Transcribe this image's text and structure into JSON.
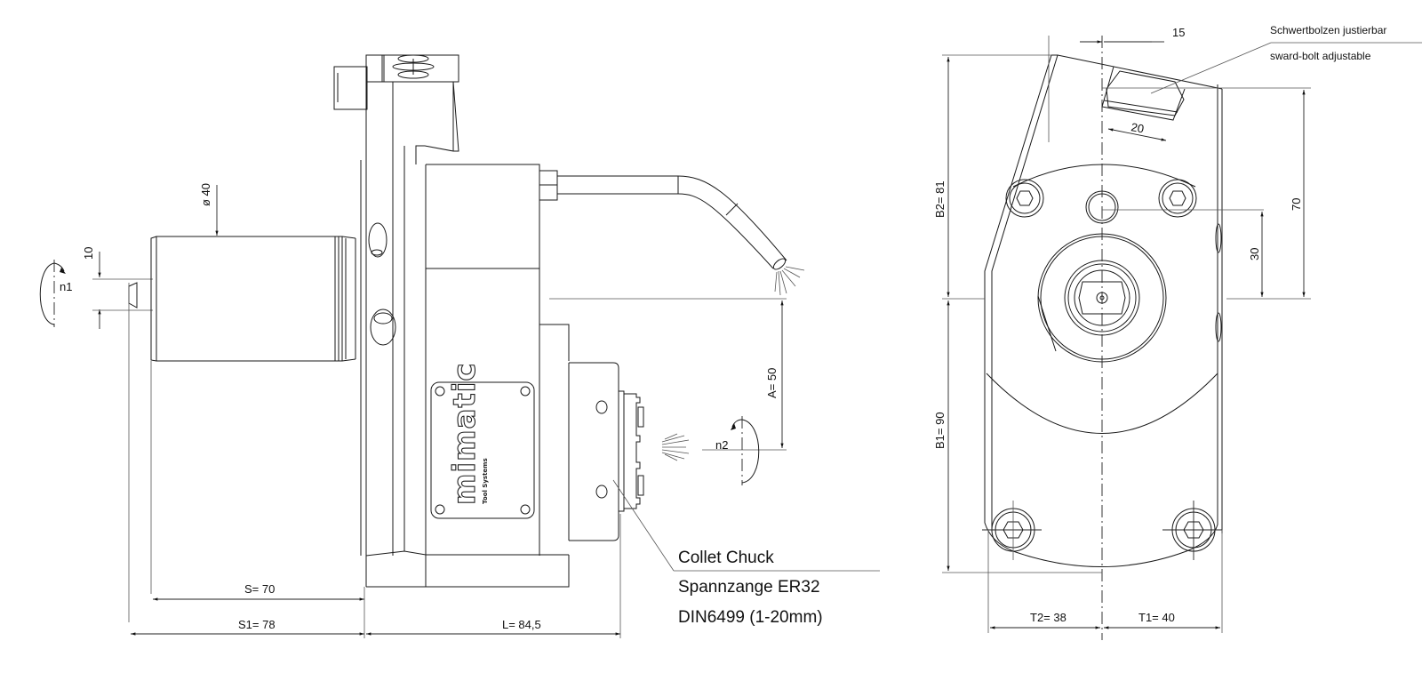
{
  "drawing": {
    "side_view": {
      "labels": {
        "shaft_diameter": "ø 40",
        "shaft_end_width": "10",
        "input_rotation": "n1",
        "output_rotation": "n2",
        "axis_offset": "A=  50",
        "shank_length_s": "S=  70",
        "shank_length_s1": "S1=  78",
        "length_l": "L=     84,5",
        "brand": "mimatic",
        "brand_sub": "Tool Systems"
      },
      "callout": {
        "line1": "Collet Chuck",
        "line2": "Spannzange ER32",
        "line3": "DIN6499 (1-20mm)"
      }
    },
    "front_view": {
      "labels": {
        "bolt_offset": "15",
        "bolt_width": "20",
        "height_70": "70",
        "height_30": "30",
        "b2": "B2=   81",
        "b1": "B1=   90",
        "t2": "T2=     38",
        "t1": "T1=     40"
      },
      "callout": {
        "line1": "Schwertbolzen justierbar",
        "line2": "sward-bolt adjustable"
      }
    }
  }
}
